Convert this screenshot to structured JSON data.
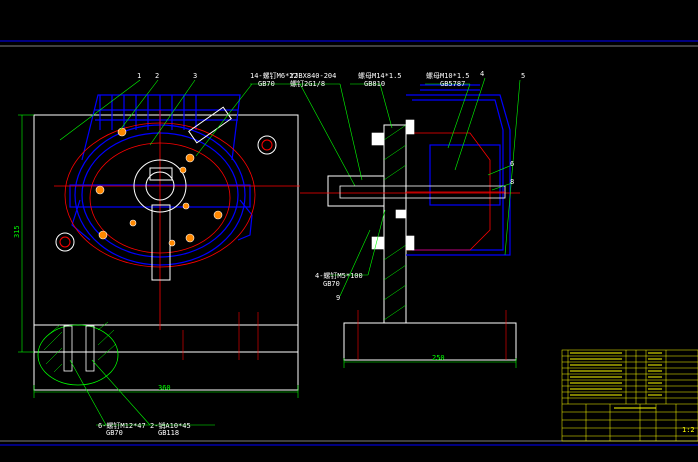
{
  "drawing": {
    "background": "#000000",
    "colors": {
      "frame": "#0000ff",
      "outline": "#ffffff",
      "dimension": "#00ff00",
      "part": "#0000ff",
      "workpiece": "#ff0000",
      "center": "#ff0000",
      "hatch": "#00ff00",
      "title_block": "#ffff00",
      "leader": "#00ff00",
      "bolt": "#ffffff"
    }
  },
  "front_view": {
    "balloons": [
      "1",
      "2",
      "3"
    ],
    "dim_height": "315",
    "dim_width": "360",
    "callouts": {
      "screw_top": "14-螺钉M6*22",
      "screw_top_std": "GB70",
      "pin_bottom": "6-螺钉M12*47",
      "pin_bottom_std": "GB70",
      "pin_bottom2": "2-销A10*45",
      "pin_bottom2_std": "GB118"
    }
  },
  "side_view": {
    "balloons": [
      "4",
      "5",
      "6",
      "8",
      "9"
    ],
    "dim_width": "250",
    "callouts": {
      "part_top": "YJBX840-204",
      "part_top_sub": "螺钉2G1/8",
      "nut_top": "螺母M14*1.5",
      "nut_top_std": "GB810",
      "nut_right": "螺母M10*1.5",
      "nut_right_std": "GB5787",
      "screw_side": "4-螺钉M5*100",
      "screw_side_std": "GB70"
    }
  },
  "title_block": {
    "parts_rows": 8,
    "scale": "1:2"
  }
}
